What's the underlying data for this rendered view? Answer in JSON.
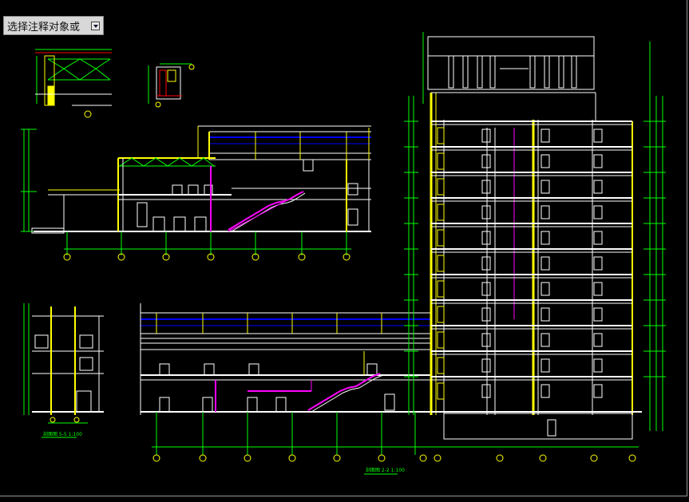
{
  "prompt": {
    "text": "选择注释对象或",
    "dropdown_icon": "dropdown-arrow-icon"
  },
  "drawing": {
    "captions": {
      "section_55": "剖面图 5-5 1:100",
      "section_22": "剖面图 2-2 1:100"
    },
    "colors": {
      "background": "#000000",
      "wall": "#ffff00",
      "line": "#ffffff",
      "dimension": "#00ff00",
      "stair": "#ff00ff",
      "roof": "#0000ff"
    }
  }
}
